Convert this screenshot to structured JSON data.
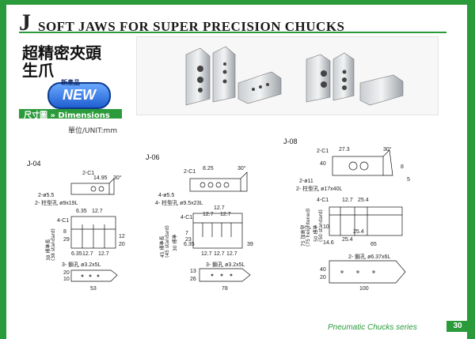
{
  "header": {
    "title_initial": "J",
    "title": "SOFT JAWS FOR SUPER PRECISION CHUCKS"
  },
  "cn_title": {
    "line1": "超精密夾頭",
    "line2": "生爪"
  },
  "badge": {
    "sub": "新產品",
    "label": "NEW"
  },
  "dimensions": {
    "label": "尺寸圖 » Dimensions",
    "unit": "單位/UNIT:mm"
  },
  "j04": {
    "model": "J-04",
    "top_w": "14.95",
    "angle": "30°",
    "chamfer": "2-C1",
    "holes1": "2-ø5.5",
    "holes2": "2- 柱型孔 ø9x19L",
    "front_w1": "6.35",
    "front_w2": "12.7",
    "front_chamfer": "4-C1",
    "height": "38 標準長",
    "height_en": "(38 standard)",
    "dim_h1": "29",
    "dim_h2": "8",
    "dim_b1": "6.35",
    "dim_b2": "12.7",
    "dim_b3": "12.7",
    "dim_b4": "20",
    "dim_b5": "12",
    "bottom_label": "3- 鎖孔 ø3.2x5L",
    "bottom_h1": "20",
    "bottom_h2": "10",
    "bottom_w": "53"
  },
  "j06": {
    "model": "J-06",
    "top_w": "8.25",
    "angle": "30°",
    "chamfer": "2-C1",
    "holes1": "4-ø5.5",
    "holes2": "4- 柱型孔 ø9.5x23L",
    "front_w1": "12.7",
    "front_w2": "12.7",
    "front_w3": "12.7",
    "front_chamfer": "4-C1",
    "height": "45 標準長",
    "height_en": "(45 standard)",
    "height_alt": "30 標準",
    "dim_b1": "6.35",
    "dim_b2": "12.7",
    "dim_b3": "12.7",
    "dim_b4": "12.7",
    "dim_b5": "39",
    "dim_h1": "7",
    "dim_h2": "23",
    "bottom_label": "3- 鎖孔 ø3.2x5L",
    "bottom_h1": "13",
    "bottom_h2": "26",
    "bottom_w": "78"
  },
  "j08": {
    "model": "J-08",
    "top_w": "27.3",
    "angle": "30°",
    "chamfer": "2-C1",
    "holes1": "2-ø11",
    "holes2": "2- 柱型孔 ø17x40L",
    "front_w1": "12.7",
    "front_w2": "25.4",
    "front_chamfer": "4-C1",
    "height": "75 加高型",
    "height_en": "(75 heightened)",
    "height_alt": "50 標準",
    "height_alt_en": "(50 standard)",
    "dim_h1": "40",
    "dim_h2": "8",
    "dim_h3": "5",
    "dim_b1": "14.6",
    "dim_b2": "25.4",
    "dim_b3": "65",
    "dim_b4": "25.4",
    "dim_b5": "10",
    "bottom_label": "2- 鎖孔 ø6.37x6L",
    "bottom_h1": "40",
    "bottom_h2": "20",
    "bottom_w": "100"
  },
  "footer": {
    "series": "Pneumatic Chucks series",
    "page": "30"
  },
  "colors": {
    "accent": "#2a9a3a",
    "badge": "#1f5fd0"
  }
}
